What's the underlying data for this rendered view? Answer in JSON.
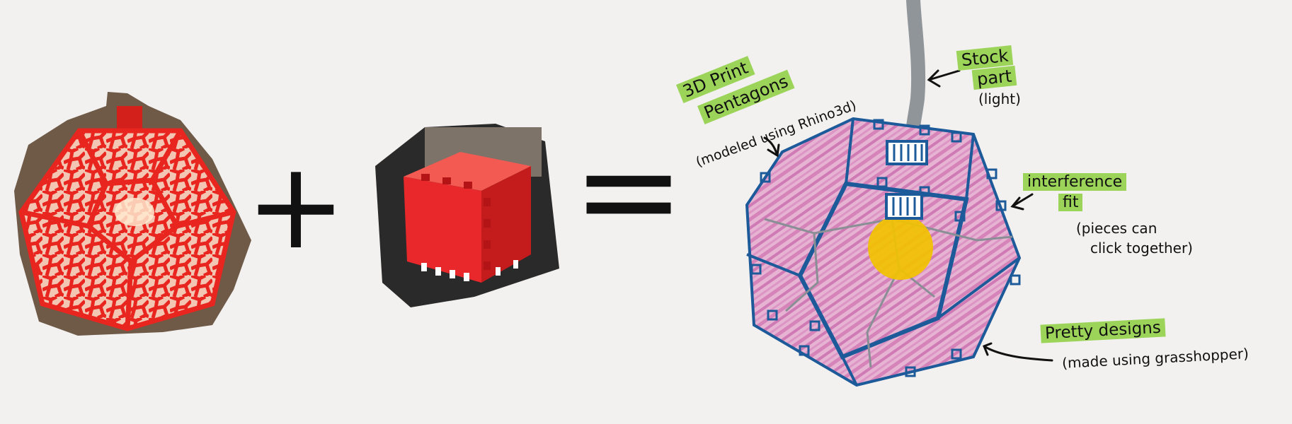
{
  "colors": {
    "background": "#f2f1ef",
    "lamp_red": "#e8261f",
    "cube_red": "#e8282a",
    "highlight_green": "#9cd45a",
    "sketch_blue": "#1c5a9a",
    "sketch_pink": "#d991c0",
    "cord_gray": "#8f9599",
    "bulb_yellow": "#f2c200",
    "ink": "#111111"
  },
  "symbols": {
    "plus": "+",
    "equals": "="
  },
  "annotations": {
    "pentagons": {
      "line1": "3D Print",
      "line2": "Pentagons",
      "line3": "(modeled using Rhino3d)"
    },
    "stock": {
      "line1": "Stock",
      "line2": "part",
      "line3": "(light)"
    },
    "interference": {
      "line1": "interference",
      "line2": "fit",
      "line3": "(pieces can",
      "line4": "click together)"
    },
    "designs": {
      "line1": "Pretty designs",
      "line2": "(made using grasshopper)"
    }
  }
}
